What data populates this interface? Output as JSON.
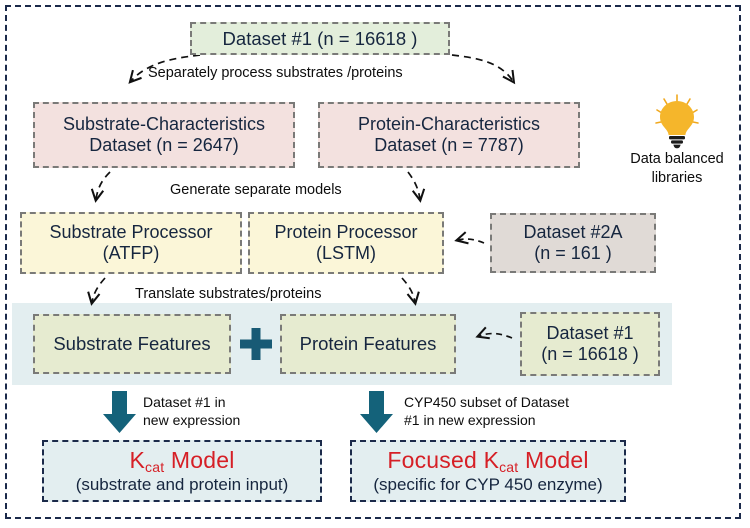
{
  "diagram": {
    "title": "Kcat model development workflow",
    "colors": {
      "frame_navy": "#1b2a4a",
      "green_fill": "#e3eedb",
      "pink_fill": "#f3e1df",
      "cream_fill": "#fbf6d8",
      "mauve_fill": "#e0dad6",
      "olive_fill": "#e6ebd0",
      "band_blue": "#e3eef0",
      "accent_red": "#d61f26",
      "accent_teal": "#185a75",
      "bulb_yellow": "#f5b62b",
      "text_navy": "#16263f"
    },
    "nodes": {
      "dataset1_top": {
        "line1": "Dataset #1 (n = 16618 )"
      },
      "substrate_characteristics": {
        "line1": "Substrate-Characteristics",
        "line2": "Dataset (n = 2647)"
      },
      "protein_characteristics": {
        "line1": "Protein-Characteristics",
        "line2": "Dataset (n = 7787)"
      },
      "substrate_processor": {
        "line1": "Substrate Processor",
        "line2": "(ATFP)"
      },
      "protein_processor": {
        "line1": "Protein Processor",
        "line2": "(LSTM)"
      },
      "dataset2a": {
        "line1": "Dataset #2A",
        "line2": "(n = 161 )"
      },
      "substrate_features": {
        "line1": "Substrate Features"
      },
      "protein_features": {
        "line1": "Protein Features"
      },
      "dataset1_features": {
        "line1": "Dataset #1",
        "line2": "(n = 16618 )"
      },
      "kcat_model": {
        "title_prefix": "K",
        "title_sub": "cat",
        "title_suffix": " Model",
        "subtitle": "(substrate and protein input)"
      },
      "focused_kcat_model": {
        "title_prefix": "Focused K",
        "title_sub": "cat",
        "title_suffix": " Model",
        "subtitle": "(specific for CYP 450 enzyme)"
      }
    },
    "connector_labels": {
      "separately_process": "Separately process substrates /proteins",
      "generate_models": "Generate separate models",
      "translate": "Translate substrates/proteins"
    },
    "arrow_notes": {
      "left": {
        "line1": "Dataset #1 in",
        "line2": "new expression"
      },
      "right": {
        "line1": "CYP450 subset of Dataset",
        "line2": "#1 in new expression"
      }
    },
    "sidebar_note": {
      "icon": "lightbulb-icon",
      "line1": "Data balanced",
      "line2": "libraries"
    },
    "plus_symbol": "+"
  }
}
